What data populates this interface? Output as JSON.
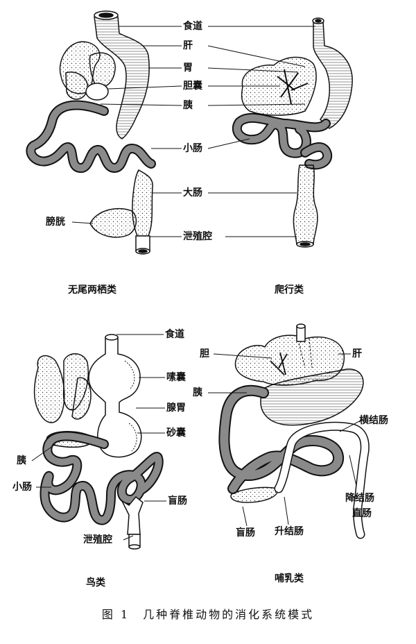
{
  "figure_caption": "图 1　几种脊椎动物的消化系统模式",
  "panels": {
    "amphibian": {
      "caption": "无尾两栖类",
      "labels": {
        "esophagus": "食道",
        "liver": "肝",
        "stomach": "胃",
        "gallbladder": "胆囊",
        "pancreas": "胰",
        "small_intestine": "小肠",
        "large_intestine": "大肠",
        "bladder": "膀胱",
        "cloaca": "泄殖腔"
      }
    },
    "reptile": {
      "caption": "爬行类"
    },
    "bird": {
      "caption": "鸟类",
      "labels": {
        "esophagus": "食道",
        "crop": "嗉囊",
        "proventriculus": "腺胃",
        "gizzard": "砂囊",
        "pancreas": "胰",
        "small_intestine": "小肠",
        "cecum": "盲肠",
        "cloaca": "泄殖腔"
      }
    },
    "mammal": {
      "caption": "哺乳类",
      "labels": {
        "gallbladder": "胆",
        "liver": "肝",
        "pancreas": "胰",
        "transverse_colon": "横结肠",
        "descending_colon": "降结肠",
        "rectum": "直肠",
        "cecum": "盲肠",
        "ascending_colon": "升结肠"
      }
    }
  }
}
